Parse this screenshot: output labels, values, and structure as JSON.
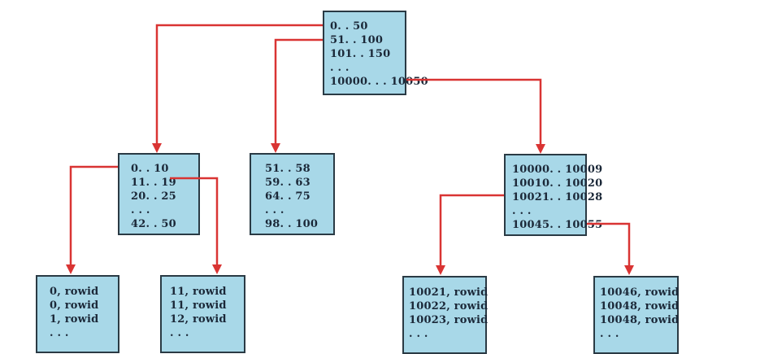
{
  "diagram": {
    "title": "b-tree index structure",
    "colors": {
      "node_fill": "#a8d8e8",
      "node_border": "#2a3a44",
      "connector": "#d93433",
      "text": "#1b2838",
      "background": "#ffffff"
    },
    "nodes": {
      "root": {
        "lines": [
          "0. . 50",
          "51. . 100",
          "101. . 150",
          ". . .",
          "10000. . . 10050"
        ]
      },
      "branch_left": {
        "lines": [
          "0. . 10",
          "11. . 19",
          "20. . 25",
          ". . .",
          "42. . 50"
        ]
      },
      "branch_mid": {
        "lines": [
          "51. . 58",
          "59. . 63",
          "64. . 75",
          ". . .",
          "98. . 100"
        ]
      },
      "branch_right": {
        "lines": [
          "10000. . 10009",
          "10010. . 10020",
          "10021. . 10028",
          ". . .",
          "10045. . 10055"
        ]
      },
      "leaf_1": {
        "lines": [
          "0, rowid",
          "0, rowid",
          "1, rowid",
          ". . ."
        ]
      },
      "leaf_2": {
        "lines": [
          "11, rowid",
          "11, rowid",
          "12, rowid",
          ". . ."
        ]
      },
      "leaf_3": {
        "lines": [
          "10021, rowid",
          "10022, rowid",
          "10023, rowid",
          ". . ."
        ]
      },
      "leaf_4": {
        "lines": [
          "10046, rowid",
          "10048, rowid",
          "10048, rowid",
          ". . ."
        ]
      }
    }
  }
}
